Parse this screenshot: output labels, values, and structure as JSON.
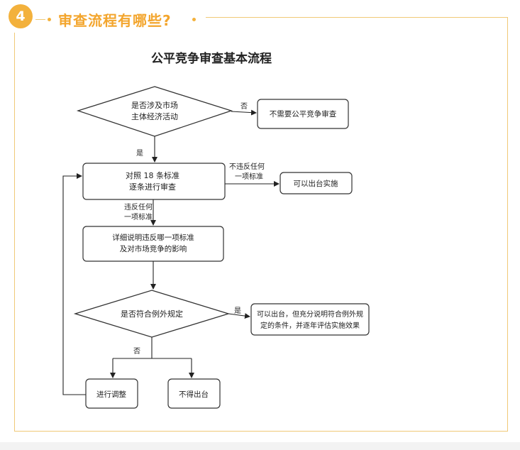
{
  "header": {
    "badge_number": "4",
    "title": "审查流程有哪些?",
    "accent_color": "#f3b13c",
    "border_color": "#f0c977"
  },
  "diagram": {
    "title": "公平竞争审查基本流程",
    "nodes": {
      "d1_line1": "是否涉及市场",
      "d1_line2": "主体经济活动",
      "no_review": "不需要公平竞争审查",
      "r1_line1": "对照 18 条标准",
      "r1_line2": "逐条进行审查",
      "implement": "可以出台实施",
      "r2_line1": "详细说明违反哪一项标准",
      "r2_line2": "及对市场竞争的影响",
      "d2": "是否符合例外规定",
      "r3_line1": "可以出台，但充分说明符合例外规",
      "r3_line2": "定的条件，并逐年评估实施效果",
      "adjust": "进行调整",
      "not_issue": "不得出台"
    },
    "edges": {
      "no_1": "否",
      "yes_1": "是",
      "no_violate_1": "不违反任何",
      "no_violate_2": "一项标准",
      "violate_1": "违反任何",
      "violate_2": "一项标准",
      "yes_2": "是",
      "no_2": "否"
    }
  }
}
